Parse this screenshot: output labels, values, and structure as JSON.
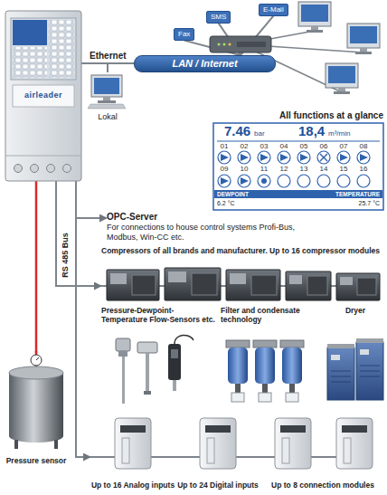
{
  "diagram": {
    "nodes": [
      {
        "text": [
          "airleader"
        ]
      },
      {
        "text": [
          "LAN / Internet"
        ]
      },
      {
        "text": [
          "Fax"
        ]
      },
      {
        "text": [
          "SMS"
        ]
      },
      {
        "text": [
          "E-Mail"
        ]
      },
      {
        "text": [
          "Lokal"
        ]
      },
      {
        "text": [
          "All functions at a glance"
        ]
      },
      {
        "text": [
          "OPC-Server",
          "For connections to house control systems Profi-Bus, Modbus, Win-CC etc."
        ]
      },
      {
        "text": [
          "Compressors of all brands and manufacturer. Up to 16 compressor modules"
        ]
      },
      {
        "text": [
          "Pressure-Dewpoint-Temperature Flow-Sensors etc."
        ]
      },
      {
        "text": [
          "Filter and condensate technology"
        ]
      },
      {
        "text": [
          "Dryer"
        ]
      },
      {
        "text": [
          "Pressure sensor"
        ]
      },
      {
        "text": [
          "Up to 16 Analog inputs"
        ]
      },
      {
        "text": [
          "Up to 24 Digital inputs"
        ]
      },
      {
        "text": [
          "Up to 8 connection modules"
        ]
      }
    ],
    "edges": [
      {
        "from": 0,
        "to": 1,
        "arrow": "none",
        "label": "Ethernet"
      },
      {
        "from": 1,
        "to": 2,
        "arrow": "none"
      },
      {
        "from": 1,
        "to": 3,
        "arrow": "none"
      },
      {
        "from": 1,
        "to": 4,
        "arrow": "none"
      },
      {
        "from": 5,
        "to": 1,
        "arrow": "none"
      },
      {
        "from": 0,
        "to": 7,
        "arrow": "to"
      },
      {
        "from": 0,
        "to": 8,
        "arrow": "to",
        "label": "RS 485 Bus"
      },
      {
        "from": 0,
        "to": 13,
        "arrow": "to"
      },
      {
        "from": 12,
        "to": 0,
        "arrow": "none"
      }
    ],
    "labels": [
      "7.46",
      "bar",
      "18,4",
      "m³/min",
      "01",
      "02",
      "03",
      "04",
      "05",
      "06",
      "07",
      "08",
      "09",
      "10",
      "11",
      "12",
      "13",
      "14",
      "15",
      "16",
      "DEWPOINT",
      "6.2 °C",
      "TEMPERATURE",
      "25.7 °C"
    ]
  }
}
